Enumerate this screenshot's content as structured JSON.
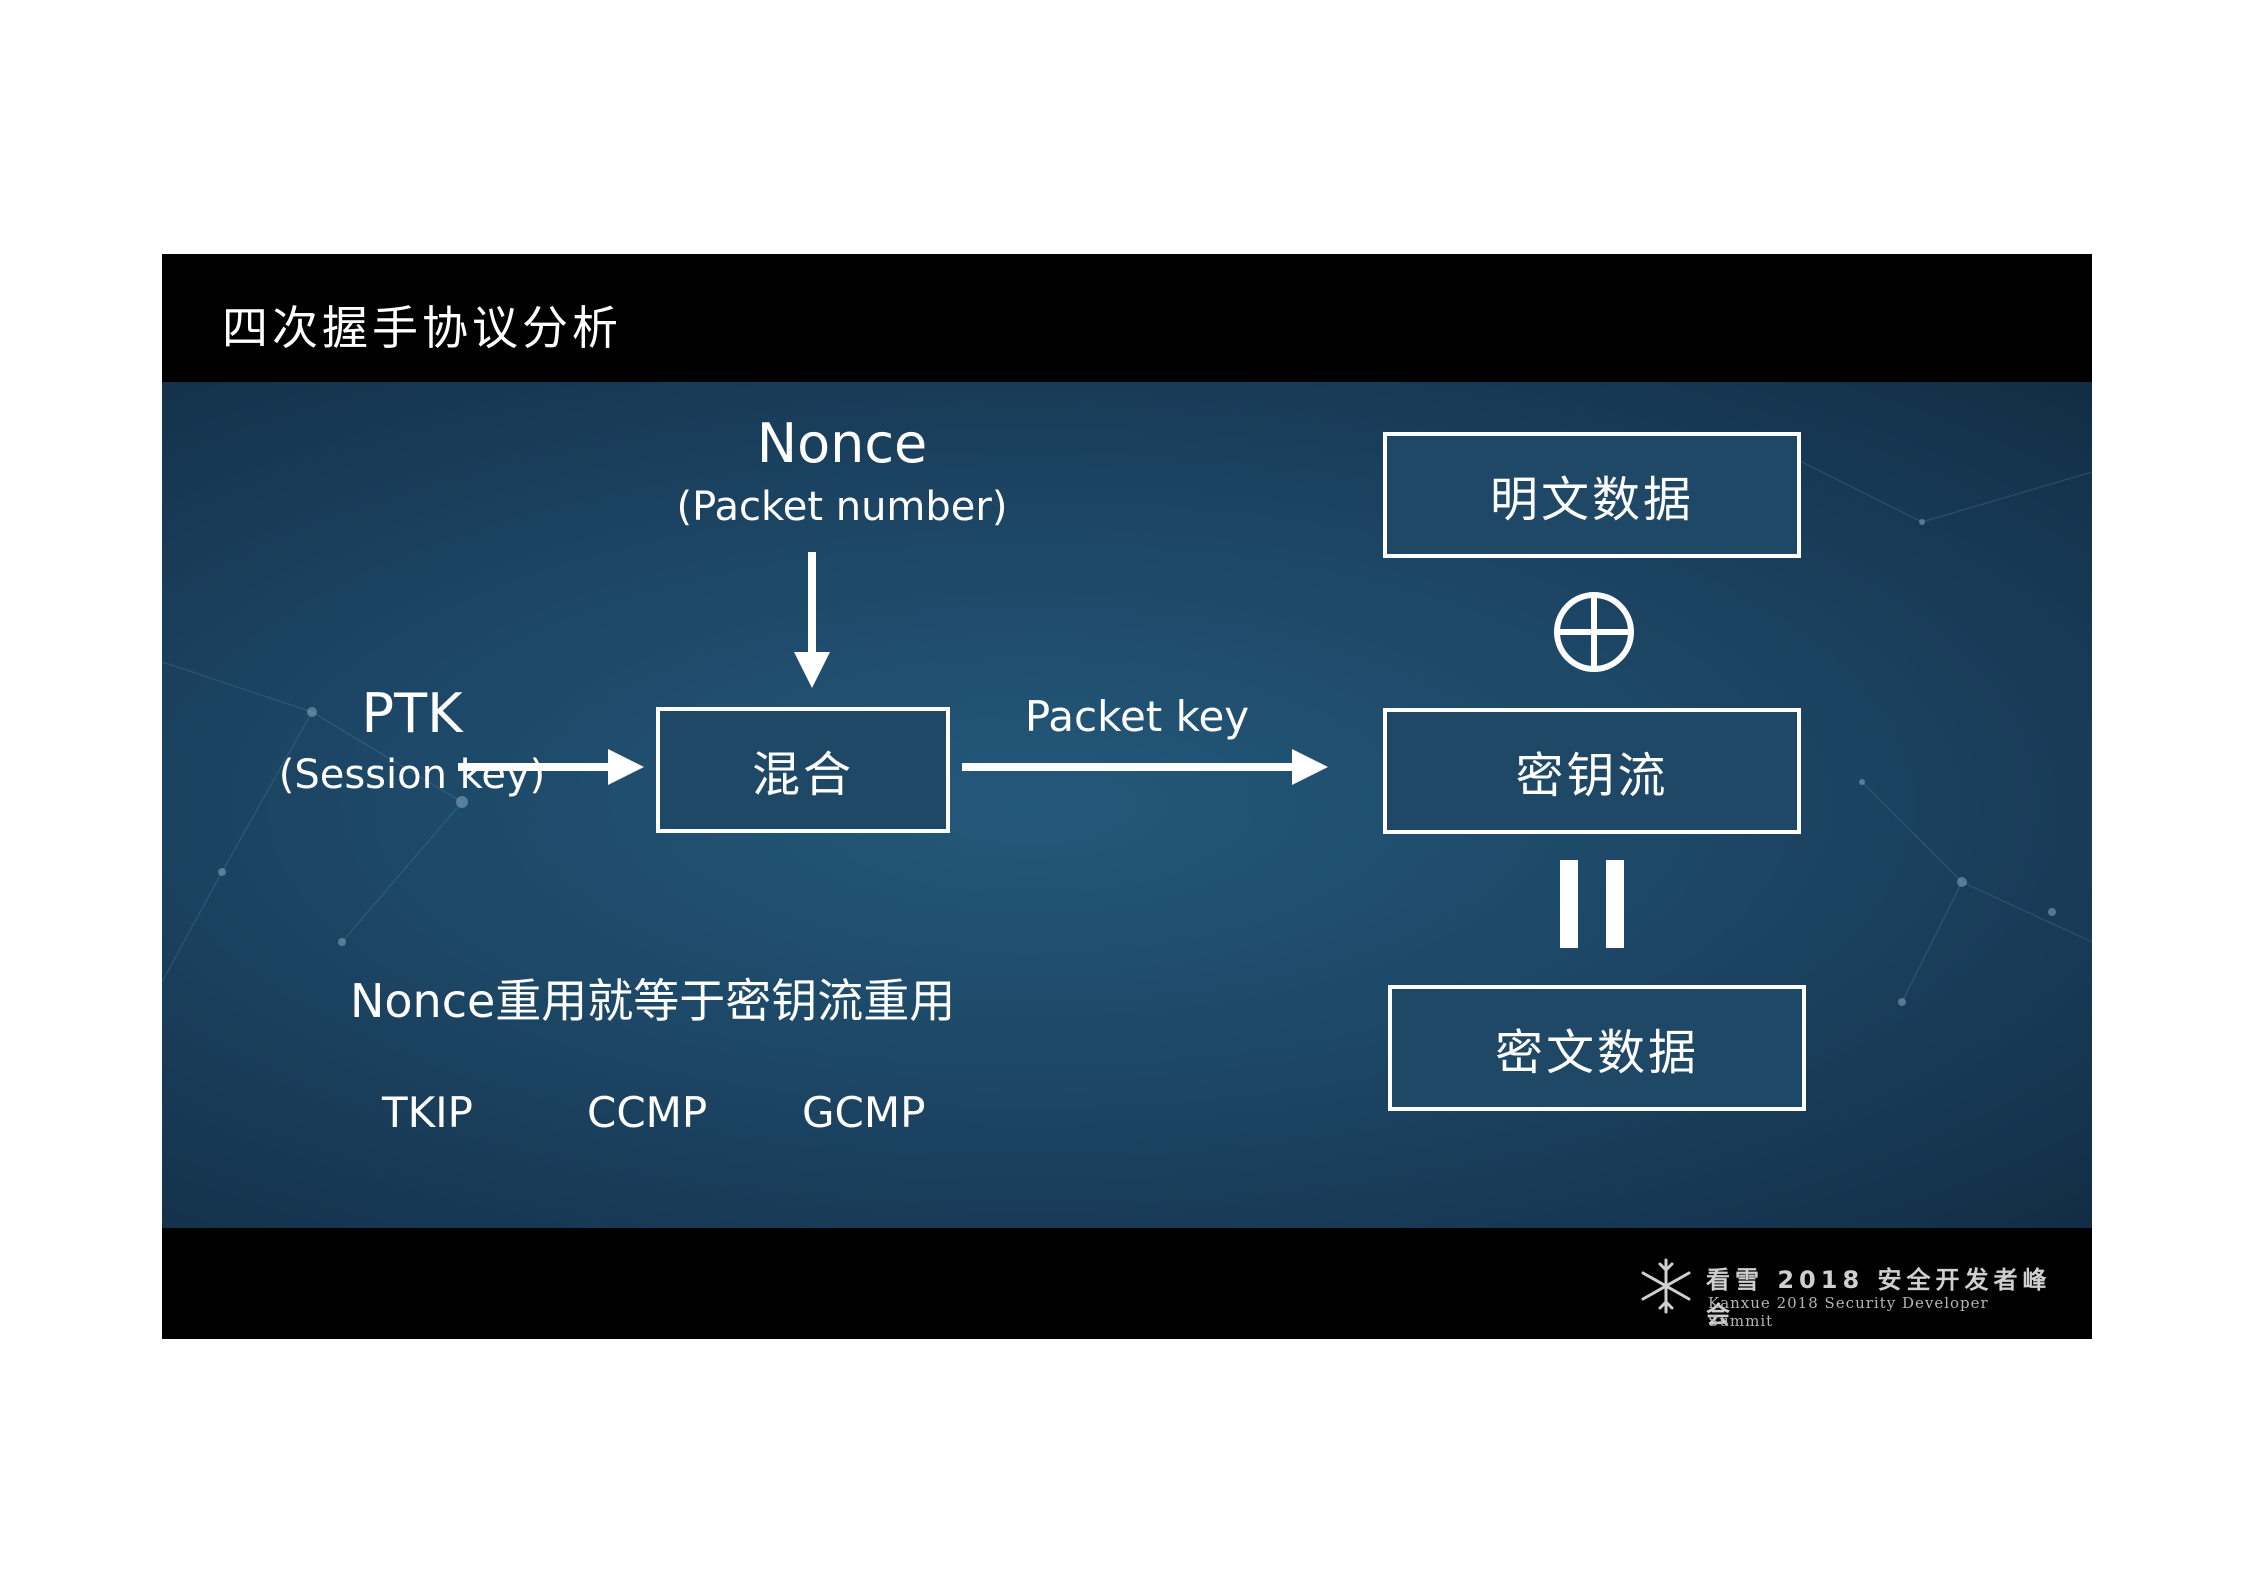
{
  "slide": {
    "title": "四次握手协议分析"
  },
  "diagram": {
    "nonce": "Nonce",
    "nonce_sub": "(Packet number)",
    "ptk": "PTK",
    "ptk_sub": "(Session key)",
    "mix": "混合",
    "packet_key": "Packet key",
    "plaintext": "明文数据",
    "keystream": "密钥流",
    "ciphertext": "密文数据",
    "xor_symbol": "xor-symbol-icon",
    "equals_symbol": "equals-bars-icon"
  },
  "notes": {
    "reuse_statement": "Nonce重用就等于密钥流重用",
    "protocols": [
      "TKIP",
      "CCMP",
      "GCMP"
    ]
  },
  "footer": {
    "logo_cn": "看雪 2018 安全开发者峰会",
    "logo_en": "Kanxue 2018 Security Developer Summit",
    "logo_icon": "snowflake-icon"
  }
}
